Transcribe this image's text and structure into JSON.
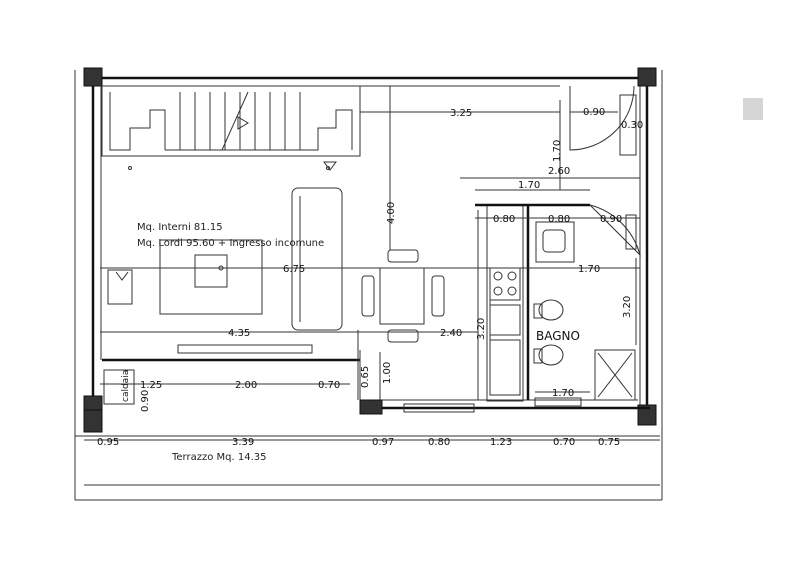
{
  "info": {
    "interni": "Mq. Interni 81.15",
    "lordi": "Mq. Lordi  95.60 + Ingresso incomune"
  },
  "rooms": {
    "bagno": "BAGNO",
    "terrazzo": "Terrazzo Mq. 14.35",
    "caldaia": "caldaia"
  },
  "dimensions": {
    "d_3_25": "3.25",
    "d_0_90_top": "0.90",
    "d_0_30": "0.30",
    "d_1_70_v": "1.70",
    "d_2_60": "2.60",
    "d_1_70_top": "1.70",
    "d_0_80_a": "0.80",
    "d_0_80_b": "0.80",
    "d_0_90_mid": "0.90",
    "d_4_00": "4.00",
    "d_6_75": "6.75",
    "d_1_70_mid": "1.70",
    "d_3_20_right": "3.20",
    "d_4_35": "4.35",
    "d_2_40": "2.40",
    "d_3_20_k": "3.20",
    "d_1_25": "1.25",
    "d_2_00": "2.00",
    "d_0_70_l": "0.70",
    "d_0_65": "0.65",
    "d_1_00": "1.00",
    "d_0_90_cald": "0.90",
    "d_1_70_bath": "1.70",
    "d_0_95": "0.95",
    "d_3_39": "3.39",
    "d_0_97": "0.97",
    "d_0_80_bot": "0.80",
    "d_1_23": "1.23",
    "d_0_70_bot": "0.70",
    "d_0_75": "0.75"
  }
}
